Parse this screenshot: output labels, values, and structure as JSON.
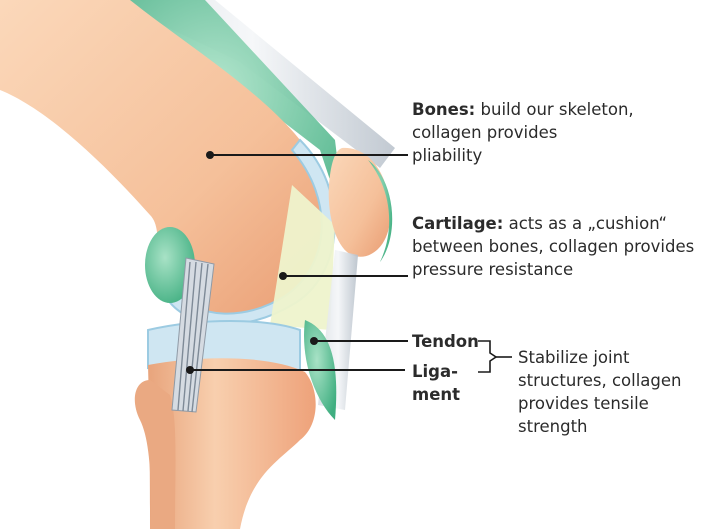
{
  "labels": {
    "bones": {
      "term": "Bones:",
      "lines": [
        "build our skeleton,",
        "collagen provides",
        "pliability"
      ]
    },
    "cartilage": {
      "term": "Cartilage:",
      "lines": [
        "acts as a „cushion“",
        "between bones, collagen provides",
        "pressure resistance"
      ]
    },
    "tendon": {
      "term": "Tendon"
    },
    "ligament": {
      "term_line1": "Liga-",
      "term_line2": "ment"
    },
    "stabilize": {
      "lines": [
        "Stabilize joint",
        "structures, collagen",
        "provides tensile",
        "strength"
      ]
    }
  },
  "colors": {
    "bone": "#f7c8a4",
    "bone_shade": "#eea57c",
    "cartilage": "#cfe6f2",
    "cartilage_edge": "#9ccbe2",
    "synovial": "#eef3cc",
    "tendon_green": "#5cbf93",
    "ligament": "#c9d1da",
    "leader_line": "#1a1a1a",
    "text": "#2b2b2b"
  }
}
